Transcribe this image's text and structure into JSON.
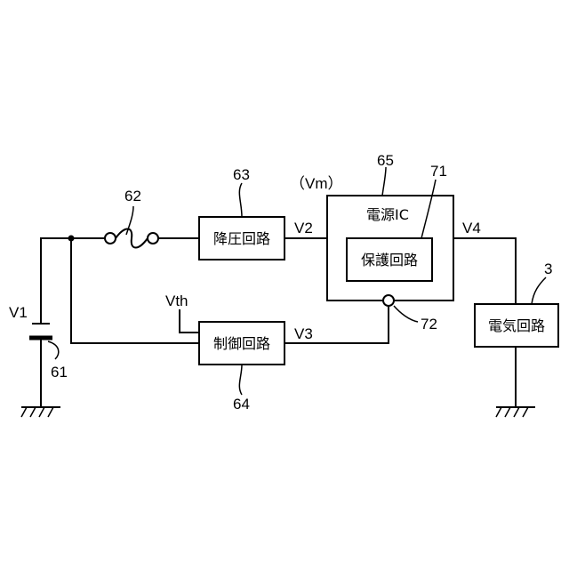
{
  "blocks": {
    "step_down": "降圧回路",
    "control": "制御回路",
    "power_ic": "電源IC",
    "protection": "保護回路",
    "electric": "電気回路"
  },
  "signals": {
    "v1": "V1",
    "v2": "V2",
    "v3": "V3",
    "v4": "V4",
    "vth": "Vth",
    "vm": "（Vm）"
  },
  "refs": {
    "battery": "61",
    "fuse": "62",
    "step_down": "63",
    "control": "64",
    "power_ic": "65",
    "protection": "71",
    "terminal": "72",
    "electric": "3"
  }
}
